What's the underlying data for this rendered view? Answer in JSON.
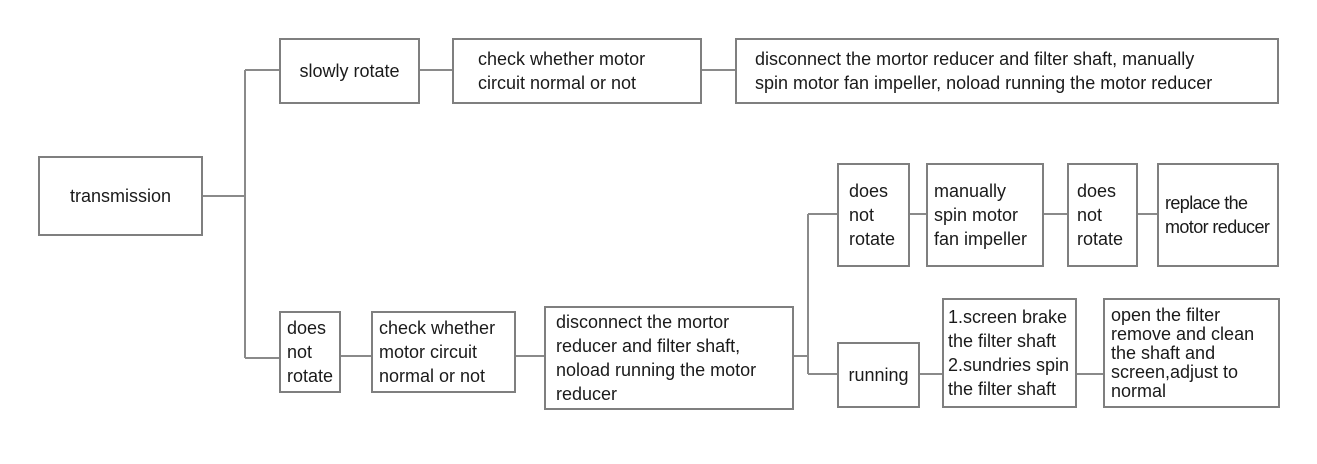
{
  "diagram": {
    "root": "transmission",
    "upper_branch": {
      "symptom": "slowly rotate",
      "check": "check whether motor\ncircuit normal or not",
      "action": "disconnect the mortor reducer and filter shaft, manually\nspin motor fan impeller, noload running the motor reducer"
    },
    "lower_branch": {
      "symptom": "does\nnot\nrotate",
      "check": "check whether\nmotor circuit\nnormal or not",
      "action": "disconnect the mortor\nreducer and filter shaft,\nnoload running the motor\nreducer",
      "outcome_a": {
        "result": "does\nnot\nrotate",
        "step": "manually\nspin motor\nfan impeller",
        "result2": "does\nnot\nrotate",
        "fix": "replace the\nmotor reducer"
      },
      "outcome_b": {
        "result": "running",
        "cause": "1.screen brake\nthe filter shaft\n2.sundries spin\nthe filter shaft",
        "fix": "open the filter\nremove and clean\nthe shaft and\nscreen,adjust to\nnormal"
      }
    }
  }
}
